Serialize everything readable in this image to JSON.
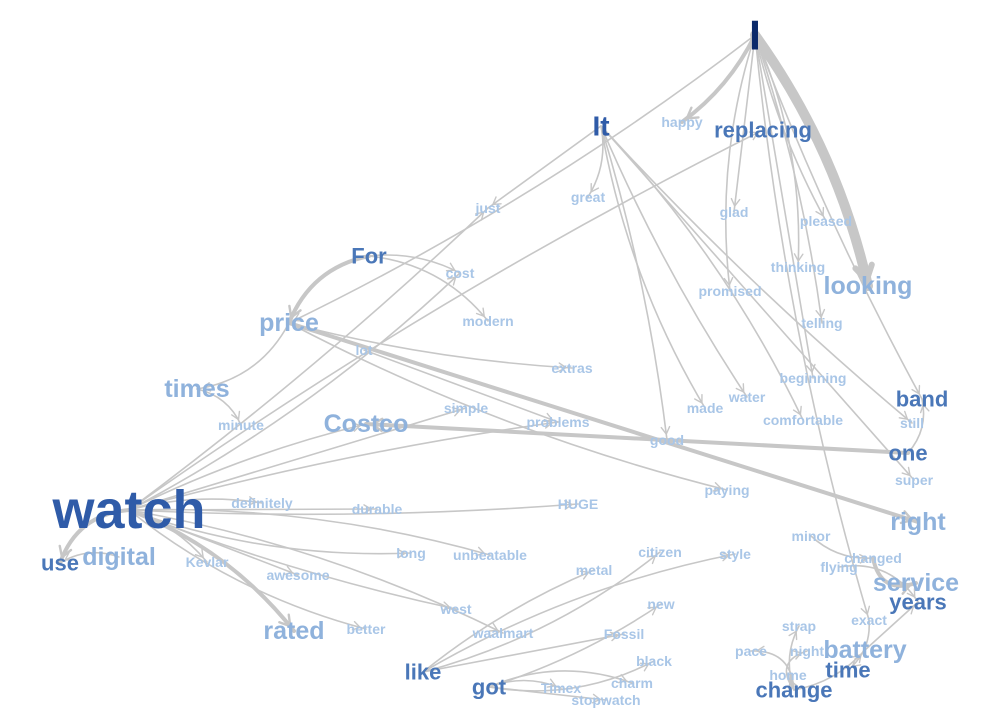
{
  "graph": {
    "colors": {
      "level_1": "#0b2a6b",
      "level_2": "#2f5ba8",
      "level_3": "#4a77b8",
      "level_4": "#8fb2dc",
      "level_5": "#a9c6e7",
      "edge": "#c7c7c7"
    },
    "nodes": [
      {
        "id": "I",
        "label": "I",
        "level": 1
      },
      {
        "id": "It",
        "label": "It",
        "level": 2
      },
      {
        "id": "happy",
        "label": "happy",
        "level": 5
      },
      {
        "id": "replacing",
        "label": "replacing",
        "level": 3
      },
      {
        "id": "just",
        "label": "just",
        "level": 5
      },
      {
        "id": "great",
        "label": "great",
        "level": 5
      },
      {
        "id": "glad",
        "label": "glad",
        "level": 5
      },
      {
        "id": "pleased",
        "label": "pleased",
        "level": 5
      },
      {
        "id": "For",
        "label": "For",
        "level": 3
      },
      {
        "id": "cost",
        "label": "cost",
        "level": 5
      },
      {
        "id": "thinking",
        "label": "thinking",
        "level": 5
      },
      {
        "id": "promised",
        "label": "promised",
        "level": 5
      },
      {
        "id": "looking",
        "label": "looking",
        "level": 4
      },
      {
        "id": "price",
        "label": "price",
        "level": 4
      },
      {
        "id": "modern",
        "label": "modern",
        "level": 5
      },
      {
        "id": "telling",
        "label": "telling",
        "level": 5
      },
      {
        "id": "lot",
        "label": "lot",
        "level": 5
      },
      {
        "id": "extras",
        "label": "extras",
        "level": 5
      },
      {
        "id": "beginning",
        "label": "beginning",
        "level": 5
      },
      {
        "id": "times",
        "label": "times",
        "level": 4
      },
      {
        "id": "water",
        "label": "water",
        "level": 5
      },
      {
        "id": "band",
        "label": "band",
        "level": 3
      },
      {
        "id": "simple",
        "label": "simple",
        "level": 5
      },
      {
        "id": "made",
        "label": "made",
        "level": 5
      },
      {
        "id": "minute",
        "label": "minute",
        "level": 5
      },
      {
        "id": "Costco",
        "label": "Costco",
        "level": 4
      },
      {
        "id": "problems",
        "label": "problems",
        "level": 5
      },
      {
        "id": "comfortable",
        "label": "comfortable",
        "level": 5
      },
      {
        "id": "still",
        "label": "still",
        "level": 5
      },
      {
        "id": "good",
        "label": "good",
        "level": 5
      },
      {
        "id": "one",
        "label": "one",
        "level": 3
      },
      {
        "id": "super",
        "label": "super",
        "level": 5
      },
      {
        "id": "paying",
        "label": "paying",
        "level": 5
      },
      {
        "id": "watch",
        "label": "watch",
        "level": 2
      },
      {
        "id": "definitely",
        "label": "definitely",
        "level": 5
      },
      {
        "id": "durable",
        "label": "durable",
        "level": 5
      },
      {
        "id": "HUGE",
        "label": "HUGE",
        "level": 5
      },
      {
        "id": "right",
        "label": "right",
        "level": 4
      },
      {
        "id": "minor",
        "label": "minor",
        "level": 5
      },
      {
        "id": "digital",
        "label": "digital",
        "level": 4
      },
      {
        "id": "use",
        "label": "use",
        "level": 3
      },
      {
        "id": "long",
        "label": "long",
        "level": 5
      },
      {
        "id": "unbeatable",
        "label": "unbeatable",
        "level": 5
      },
      {
        "id": "citizen",
        "label": "citizen",
        "level": 5
      },
      {
        "id": "style",
        "label": "style",
        "level": 5
      },
      {
        "id": "changed",
        "label": "changed",
        "level": 5
      },
      {
        "id": "Kevlar",
        "label": "Kevlar",
        "level": 5
      },
      {
        "id": "flying",
        "label": "flying",
        "level": 5
      },
      {
        "id": "awesome",
        "label": "awesome",
        "level": 5
      },
      {
        "id": "metal",
        "label": "metal",
        "level": 5
      },
      {
        "id": "service",
        "label": "service",
        "level": 4
      },
      {
        "id": "years",
        "label": "years",
        "level": 3
      },
      {
        "id": "west",
        "label": "west",
        "level": 5
      },
      {
        "id": "new",
        "label": "new",
        "level": 5
      },
      {
        "id": "exact",
        "label": "exact",
        "level": 5
      },
      {
        "id": "rated",
        "label": "rated",
        "level": 4
      },
      {
        "id": "better",
        "label": "better",
        "level": 5
      },
      {
        "id": "waalmart",
        "label": "waalmart",
        "level": 5
      },
      {
        "id": "strap",
        "label": "strap",
        "level": 5
      },
      {
        "id": "Fossil",
        "label": "Fossil",
        "level": 5
      },
      {
        "id": "battery",
        "label": "battery",
        "level": 4
      },
      {
        "id": "pace",
        "label": "pace",
        "level": 5
      },
      {
        "id": "night",
        "label": "night",
        "level": 5
      },
      {
        "id": "black",
        "label": "black",
        "level": 5
      },
      {
        "id": "like",
        "label": "like",
        "level": 3
      },
      {
        "id": "time",
        "label": "time",
        "level": 3
      },
      {
        "id": "home",
        "label": "home",
        "level": 5
      },
      {
        "id": "charm",
        "label": "charm",
        "level": 5
      },
      {
        "id": "got",
        "label": "got",
        "level": 3
      },
      {
        "id": "Timex",
        "label": "Timex",
        "level": 5
      },
      {
        "id": "change",
        "label": "change",
        "level": 3
      },
      {
        "id": "stopwatch",
        "label": "stopwatch",
        "level": 5
      }
    ],
    "edges": [
      {
        "from": "I",
        "to": "looking",
        "weight": 5
      },
      {
        "from": "I",
        "to": "happy",
        "weight": 3
      },
      {
        "from": "I",
        "to": "glad",
        "weight": 1
      },
      {
        "from": "I",
        "to": "pleased",
        "weight": 1
      },
      {
        "from": "I",
        "to": "promised",
        "weight": 1
      },
      {
        "from": "I",
        "to": "thinking",
        "weight": 1
      },
      {
        "from": "I",
        "to": "telling",
        "weight": 1
      },
      {
        "from": "I",
        "to": "beginning",
        "weight": 1
      },
      {
        "from": "I",
        "to": "band",
        "weight": 1
      },
      {
        "from": "I",
        "to": "exact",
        "weight": 1
      },
      {
        "from": "I",
        "to": "price",
        "weight": 1
      },
      {
        "from": "It",
        "to": "great",
        "weight": 1
      },
      {
        "from": "It",
        "to": "just",
        "weight": 1
      },
      {
        "from": "It",
        "to": "water",
        "weight": 1
      },
      {
        "from": "It",
        "to": "made",
        "weight": 1
      },
      {
        "from": "It",
        "to": "comfortable",
        "weight": 1
      },
      {
        "from": "It",
        "to": "good",
        "weight": 1
      },
      {
        "from": "It",
        "to": "super",
        "weight": 1
      },
      {
        "from": "It",
        "to": "still",
        "weight": 1
      },
      {
        "from": "For",
        "to": "price",
        "weight": 3
      },
      {
        "from": "For",
        "to": "modern",
        "weight": 1
      },
      {
        "from": "For",
        "to": "cost",
        "weight": 1
      },
      {
        "from": "price",
        "to": "right",
        "weight": 3
      },
      {
        "from": "price",
        "to": "extras",
        "weight": 1
      },
      {
        "from": "price",
        "to": "paying",
        "weight": 1
      },
      {
        "from": "price",
        "to": "times",
        "weight": 1
      },
      {
        "from": "times",
        "to": "minute",
        "weight": 1
      },
      {
        "from": "one",
        "to": "Costco",
        "weight": 3
      },
      {
        "from": "one",
        "to": "band",
        "weight": 1
      },
      {
        "from": "watch",
        "to": "use",
        "weight": 3
      },
      {
        "from": "watch",
        "to": "rated",
        "weight": 3
      },
      {
        "from": "watch",
        "to": "definitely",
        "weight": 1
      },
      {
        "from": "watch",
        "to": "durable",
        "weight": 1
      },
      {
        "from": "watch",
        "to": "HUGE",
        "weight": 1
      },
      {
        "from": "watch",
        "to": "long",
        "weight": 1
      },
      {
        "from": "watch",
        "to": "unbeatable",
        "weight": 1
      },
      {
        "from": "watch",
        "to": "Kevlar",
        "weight": 1
      },
      {
        "from": "watch",
        "to": "awesome",
        "weight": 1
      },
      {
        "from": "watch",
        "to": "west",
        "weight": 1
      },
      {
        "from": "watch",
        "to": "better",
        "weight": 1
      },
      {
        "from": "watch",
        "to": "waalmart",
        "weight": 1
      },
      {
        "from": "watch",
        "to": "Costco",
        "weight": 1
      },
      {
        "from": "watch",
        "to": "simple",
        "weight": 1
      },
      {
        "from": "watch",
        "to": "just",
        "weight": 1
      },
      {
        "from": "watch",
        "to": "cost",
        "weight": 1
      },
      {
        "from": "watch",
        "to": "replacing",
        "weight": 1
      },
      {
        "from": "watch",
        "to": "problems",
        "weight": 1
      },
      {
        "from": "lot",
        "to": "problems",
        "weight": 1
      },
      {
        "from": "digital",
        "to": "use",
        "weight": 1
      },
      {
        "from": "like",
        "to": "citizen",
        "weight": 1
      },
      {
        "from": "like",
        "to": "style",
        "weight": 1
      },
      {
        "from": "like",
        "to": "metal",
        "weight": 1
      },
      {
        "from": "like",
        "to": "Fossil",
        "weight": 1
      },
      {
        "from": "got",
        "to": "new",
        "weight": 1
      },
      {
        "from": "got",
        "to": "black",
        "weight": 1
      },
      {
        "from": "got",
        "to": "charm",
        "weight": 1
      },
      {
        "from": "got",
        "to": "Timex",
        "weight": 1
      },
      {
        "from": "got",
        "to": "stopwatch",
        "weight": 1
      },
      {
        "from": "change",
        "to": "battery",
        "weight": 1
      },
      {
        "from": "change",
        "to": "pace",
        "weight": 1
      },
      {
        "from": "change",
        "to": "night",
        "weight": 1
      },
      {
        "from": "change",
        "to": "strap",
        "weight": 1
      },
      {
        "from": "change",
        "to": "home",
        "weight": 1
      },
      {
        "from": "minor",
        "to": "changed",
        "weight": 1
      },
      {
        "from": "changed",
        "to": "service",
        "weight": 3
      },
      {
        "from": "flying",
        "to": "years",
        "weight": 1
      },
      {
        "from": "exact",
        "to": "time",
        "weight": 1
      },
      {
        "from": "battery",
        "to": "years",
        "weight": 1
      }
    ]
  }
}
